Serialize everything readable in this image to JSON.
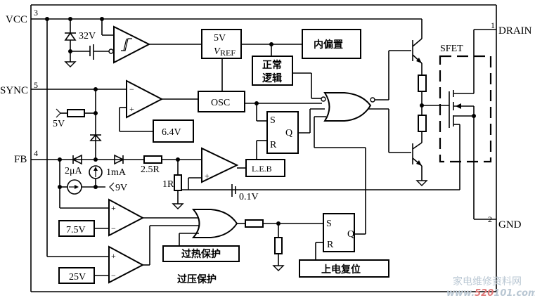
{
  "diagram": {
    "type": "circuit-block-diagram",
    "pins": [
      {
        "name": "VCC",
        "number": "3"
      },
      {
        "name": "SYNC",
        "number": "5"
      },
      {
        "name": "FB",
        "number": "4"
      },
      {
        "name": "DRAIN",
        "number": "1"
      },
      {
        "name": "GND",
        "number": "2"
      }
    ],
    "blocks": {
      "vref_top": "5V",
      "vref_bottom": "V",
      "vref_sub": "REF",
      "internal_bias": "内偏置",
      "normal_logic_1": "正常",
      "normal_logic_2": "逻辑",
      "osc": "OSC",
      "ref_64": "6.4V",
      "leb": "L.E.B",
      "ref_75": "7.5V",
      "ref_25": "25V",
      "over_temp": "过热保护",
      "power_on_reset": "上电复位",
      "sfet": "SFET"
    },
    "labels": {
      "zener_32v": "32V",
      "src_5v": "5V",
      "cur_2ua": "2μA",
      "cur_1ma": "1mA",
      "src_9v": "9V",
      "res_25r": "2.5R",
      "res_1r": "1R",
      "bat_01v": "0.1V",
      "over_voltage": "过压保护",
      "ff_s": "S",
      "ff_r": "R",
      "ff_q": "Q",
      "plus": "+",
      "minus": "−"
    },
    "watermark": {
      "line1": "家电维修资料网",
      "line2_pre": "www.",
      "line2_red": "520",
      "line2_post": "101.com"
    }
  }
}
